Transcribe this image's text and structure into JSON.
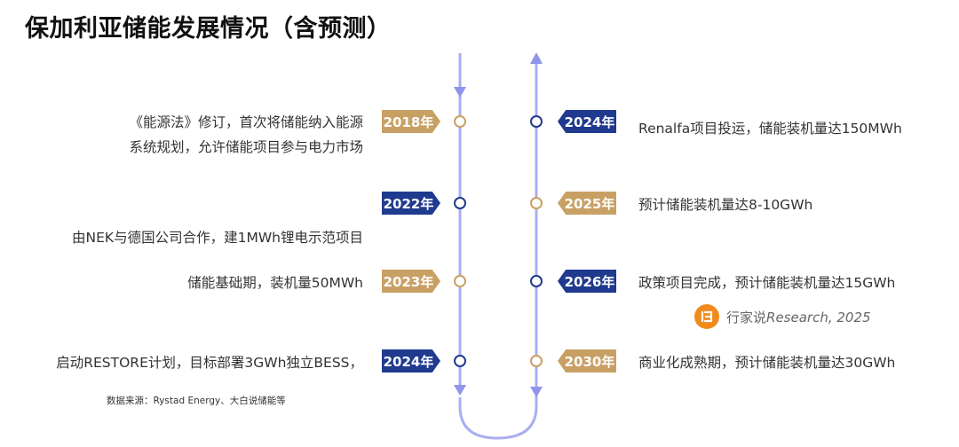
{
  "title": "保加利亚储能发展情况（含预测）",
  "colors": {
    "gold": "#c9a064",
    "navy": "#1f3a8f",
    "line": "#a9aef2",
    "arrow": "#8e95ea",
    "logo": "#f08a1c"
  },
  "left_events": [
    {
      "year": "2018年",
      "text": [
        "《能源法》修订，首次将储能纳入能源",
        "系统规划，允许储能项目参与电力市场"
      ],
      "color": "gold"
    },
    {
      "year": "2022年",
      "text": [
        "由NEK与德国公司合作，建1MWh锂电示范项目"
      ],
      "color": "navy"
    },
    {
      "year": "2023年",
      "text": [
        "储能基础期，装机量50MWh"
      ],
      "color": "gold"
    },
    {
      "year": "2024年",
      "text": [
        "启动RESTORE计划，目标部署3GWh独立BESS，"
      ],
      "color": "navy"
    }
  ],
  "right_events": [
    {
      "year": "2024年",
      "text": [
        "Renalfa项目投运，储能装机量达150MWh"
      ],
      "color": "navy"
    },
    {
      "year": "2025年",
      "text": [
        "预计储能装机量达8-10GWh"
      ],
      "color": "gold"
    },
    {
      "year": "2026年",
      "text": [
        "政策项目完成，预计储能装机量达15GWh"
      ],
      "color": "navy"
    },
    {
      "year": "2030年",
      "text": [
        "商业化成熟期，预计储能装机量达30GWh"
      ],
      "color": "gold"
    }
  ],
  "watermark": {
    "brand": "行家说",
    "suffix": "Research, 2025"
  },
  "source": "数据来源：Rystad Energy、大白说储能等"
}
